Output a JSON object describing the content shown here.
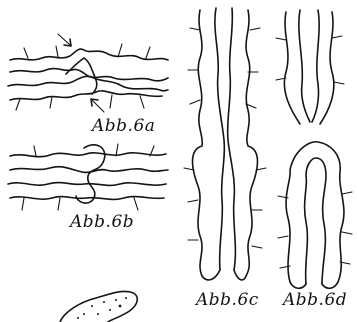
{
  "captions": {
    "fig_6a": "Abb.6a",
    "fig_6b": "Abb.6b",
    "fig_6c": "Abb.6c",
    "fig_6d": "Abb.6d"
  }
}
